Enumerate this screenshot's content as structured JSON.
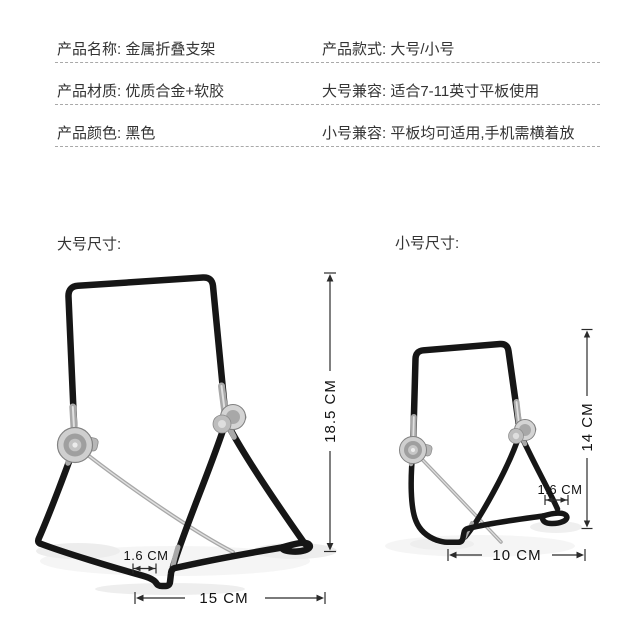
{
  "spec_table": {
    "rows": [
      {
        "left": "产品名称: 金属折叠支架",
        "right": "产品款式: 大号/小号"
      },
      {
        "left": "产品材质: 优质合金+软胶",
        "right": "大号兼容: 适合7-11英寸平板使用"
      },
      {
        "left": "产品颜色: 黑色",
        "right": "小号兼容: 平板均可适用,手机需横着放"
      }
    ]
  },
  "sections": {
    "large_label": "大号尺寸:",
    "small_label": "小号尺寸:"
  },
  "diagrams": {
    "large": {
      "height": "18.5 CM",
      "width": "15 CM",
      "lip": "1.6 CM"
    },
    "small": {
      "height": "14 CM",
      "width": "10 CM",
      "lip": "1.6 CM"
    }
  },
  "colors": {
    "background": "#ffffff",
    "text": "#333333",
    "dimension_text": "#111111",
    "dashed_divider": "#a9a9a9",
    "wire_black": "#161616",
    "chrome": "#a8a8a8"
  }
}
